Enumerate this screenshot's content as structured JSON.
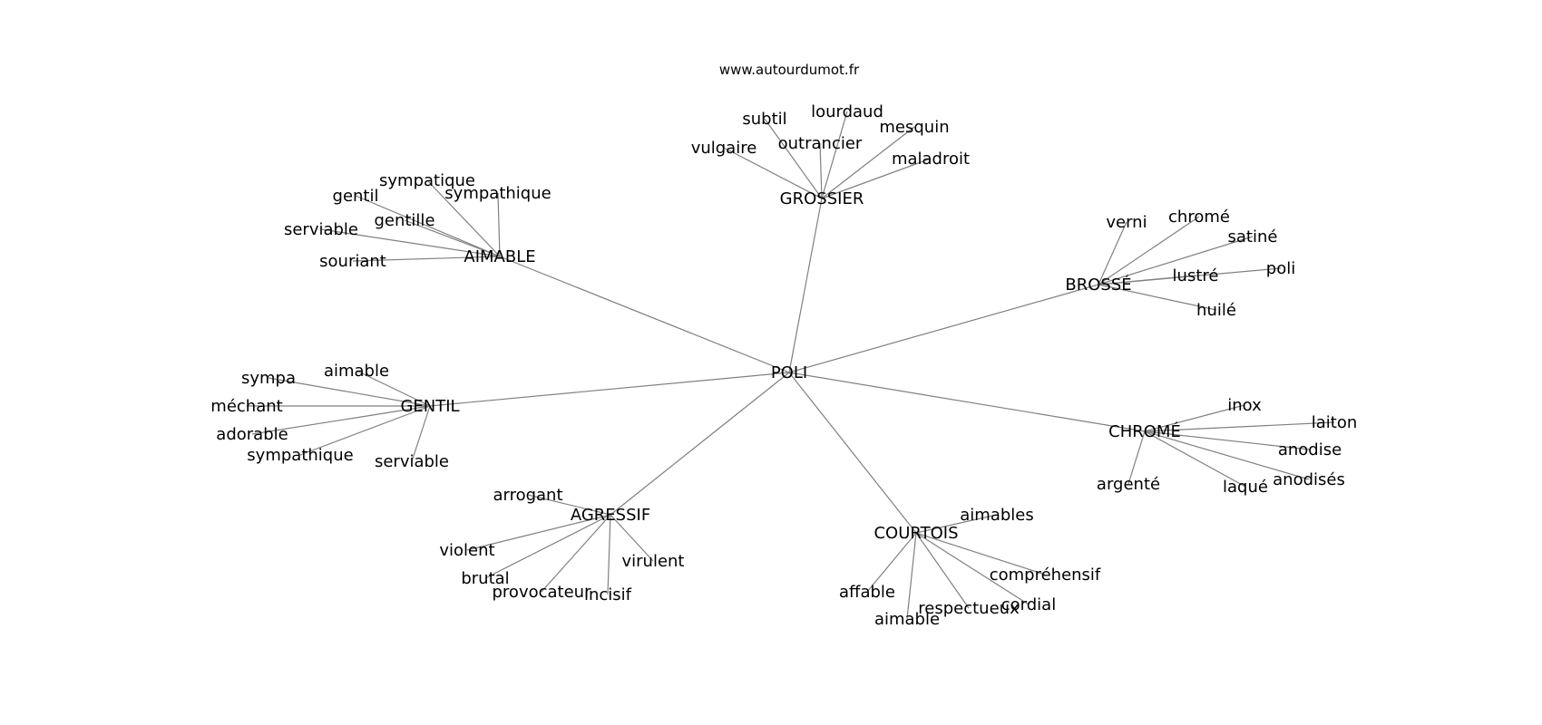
{
  "site": "www.autourdumot.fr",
  "colors": {
    "edge": "#808080",
    "text": "#000000",
    "background": "#ffffff"
  },
  "graph": {
    "root": {
      "id": "poli-root",
      "label": "POLI"
    },
    "groups": [
      {
        "id": "grossier",
        "label": "GROSSIER",
        "leaves": [
          "vulgaire",
          "subtil",
          "outrancier",
          "lourdaud",
          "mesquin",
          "maladroit"
        ]
      },
      {
        "id": "aimable",
        "label": "AIMABLE",
        "leaves": [
          "gentil",
          "sympatique",
          "sympathique",
          "gentille",
          "serviable",
          "souriant"
        ]
      },
      {
        "id": "brosse",
        "label": "BROSSÉ",
        "leaves": [
          "verni",
          "chromé",
          "satiné",
          "lustré",
          "poli",
          "huilé"
        ]
      },
      {
        "id": "gentil",
        "label": "GENTIL",
        "leaves": [
          "sympa",
          "aimable",
          "méchant",
          "adorable",
          "sympathique",
          "serviable"
        ]
      },
      {
        "id": "chrome",
        "label": "CHROMÉ",
        "leaves": [
          "inox",
          "laiton",
          "anodise",
          "anodisés",
          "laqué",
          "argenté"
        ]
      },
      {
        "id": "agressif",
        "label": "AGRESSIF",
        "leaves": [
          "arrogant",
          "violent",
          "brutal",
          "provocateur",
          "incisif",
          "virulent"
        ]
      },
      {
        "id": "courtois",
        "label": "COURTOIS",
        "leaves": [
          "aimables",
          "compréhensif",
          "cordial",
          "respectueux",
          "aimable",
          "affable"
        ]
      }
    ]
  }
}
